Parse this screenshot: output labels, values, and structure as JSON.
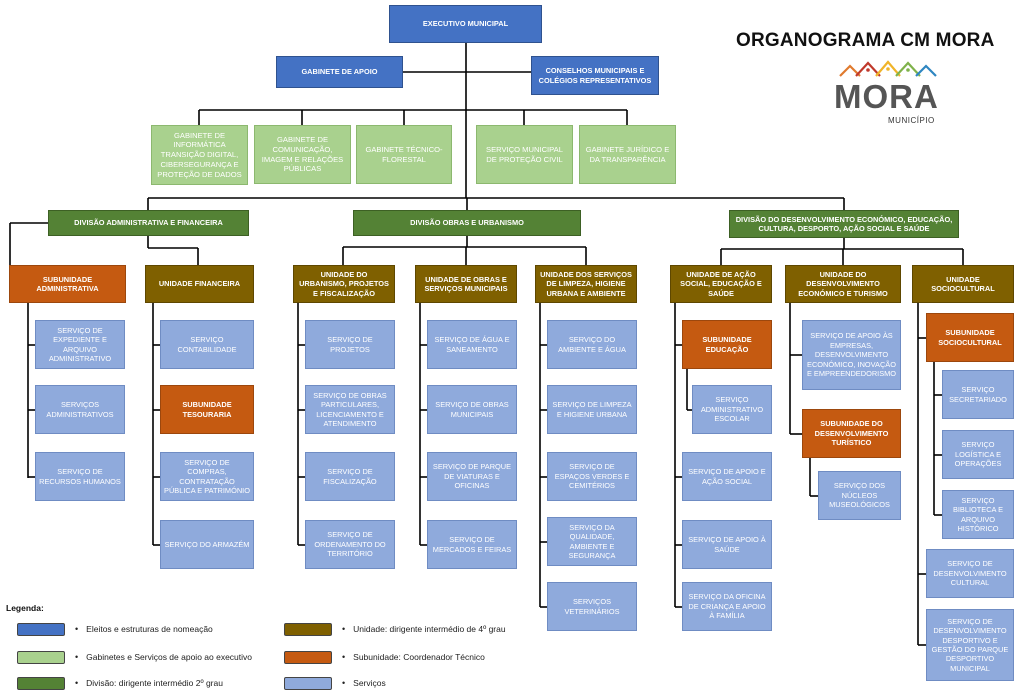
{
  "title": "ORGANOGRAMA CM MORA",
  "logo": {
    "word": "MORA",
    "sub": "MUNICÍPIO"
  },
  "colors": {
    "exec": "#4472c4",
    "gab": "#a9d18e",
    "div": "#548235",
    "uni": "#7f6000",
    "sub": "#c55a11",
    "svc": "#8faadc",
    "line": "#000000"
  },
  "nodes": {
    "executivo": "EXECUTIVO MUNICIPAL",
    "gabinete_apoio": "GABINETE DE APOIO",
    "conselhos": "CONSELHOS MUNICIPAIS E COLÉGIOS REPRESENTATIVOS",
    "gab_informatica": "GABINETE DE INFORMÁTICA TRANSIÇÃO DIGITAL, CIBERSEGURANÇA E PROTEÇÃO DE DADOS",
    "gab_comunicacao": "GABINETE DE COMUNICAÇÃO, IMAGEM E RELAÇÕES PÚBLICAS",
    "gab_florestal": "GABINETE TÉCNICO-FLORESTAL",
    "servico_protecao": "SERVIÇO MUNICIPAL DE PROTEÇÃO CIVIL",
    "gab_juridico": "GABINETE JURÍDICO E DA TRANSPARÊNCIA",
    "div_admin": "DIVISÃO ADMINISTRATIVA E FINANCEIRA",
    "div_obras": "DIVISÃO OBRAS E URBANISMO",
    "div_desenv": "DIVISÃO DO DESENVOLVIMENTO ECONÓMICO, EDUCAÇÃO, CULTURA, DESPORTO, AÇÃO SOCIAL E SAÚDE",
    "sub_admin": "SUBUNIDADE ADMINISTRATIVA",
    "uni_financeira": "UNIDADE FINANCEIRA",
    "uni_urbanismo": "UNIDADE DO URBANISMO, PROJETOS E FISCALIZAÇÃO",
    "uni_obras": "UNIDADE DE OBRAS E SERVIÇOS MUNICIPAIS",
    "uni_limpeza": "UNIDADE DOS SERVIÇOS DE LIMPEZA, HIGIENE URBANA E AMBIENTE",
    "uni_acao_social": "UNIDADE DE AÇÃO SOCIAL, EDUCAÇÃO E SAÚDE",
    "uni_desenv_econ": "UNIDADE DO DESENVOLVIMENTO ECONÓMICO E TURISMO",
    "uni_sociocultural": "UNIDADE SOCIOCULTURAL",
    "svc_expediente": "SERVIÇO DE EXPEDIENTE E ARQUIVO ADMINISTRATIVO",
    "svc_administrativos": "SERVIÇOS ADMINISTRATIVOS",
    "svc_rh": "SERVIÇO DE RECURSOS HUMANOS",
    "svc_contabilidade": "SERVIÇO CONTABILIDADE",
    "sub_tesouraria": "SUBUNIDADE TESOURARIA",
    "svc_compras": "SERVIÇO DE COMPRAS, CONTRATAÇÃO PÚBLICA E PATRIMÓNIO",
    "svc_armazem": "SERVIÇO DO ARMAZÉM",
    "svc_projetos": "SERVIÇO DE PROJETOS",
    "svc_obras_part": "SERVIÇO DE OBRAS PARTICULARES, LICENCIAMENTO E ATENDIMENTO",
    "svc_fiscalizacao": "SERVIÇO DE FISCALIZAÇÃO",
    "svc_ordenamento": "SERVIÇO DE ORDENAMENTO DO TERRITÓRIO",
    "svc_agua": "SERVIÇO DE ÁGUA E SANEAMENTO",
    "svc_obras_mun": "SERVIÇO DE OBRAS MUNICIPAIS",
    "svc_viaturas": "SERVIÇO DE PARQUE DE VIATURAS E OFICINAS",
    "svc_mercados": "SERVIÇO DE MERCADOS E FEIRAS",
    "svc_ambiente": "SERVIÇO DO AMBIENTE E ÁGUA",
    "svc_limpeza": "SERVIÇO DE LIMPEZA E HIGIENE URBANA",
    "svc_espacos": "SERVIÇO DE ESPAÇOS VERDES E CEMITÉRIOS",
    "svc_qualidade": "SERVIÇO DA QUALIDADE, AMBIENTE E SEGURANÇA",
    "svc_veterinarios": "SERVIÇOS VETERINÁRIOS",
    "sub_educacao": "SUBUNIDADE EDUCAÇÃO",
    "svc_escolar": "SERVIÇO ADMINISTRATIVO ESCOLAR",
    "svc_acao_social": "SERVIÇO DE APOIO E AÇÃO SOCIAL",
    "svc_saude": "SERVIÇO DE APOIO À SAÚDE",
    "svc_oficina": "SERVIÇO DA OFICINA DE CRIANÇA E APOIO À FAMÍLIA",
    "svc_apoio_empresas": "SERVIÇO DE APOIO ÀS EMPRESAS, DESENVOLVIMENTO ECONÓMICO, INOVAÇÃO E EMPREENDEDORISMO",
    "sub_turistico": "SUBUNIDADE DO DESENVOLVIMENTO TURÍSTICO",
    "svc_nucleos": "SERVIÇO DOS NÚCLEOS MUSEOLÓGICOS",
    "sub_sociocultural": "SUBUNIDADE SOCIOCULTURAL",
    "svc_secretariado": "SERVIÇO SECRETARIADO",
    "svc_logistica": "SERVIÇO LOGÍSTICA E OPERAÇÕES",
    "svc_biblioteca": "SERVIÇO BIBLIOTECA E ARQUIVO HISTÓRICO",
    "svc_cultural": "SERVIÇO DE DESENVOLVIMENTO CULTURAL",
    "svc_desportivo": "SERVIÇO DE DESENVOLVIMENTO DESPORTIVO E GESTÃO DO PARQUE DESPORTIVO MUNICIPAL"
  },
  "legend": {
    "title": "Legenda:",
    "items": [
      {
        "label": "Eleitos e estruturas de nomeação",
        "color": "#4472c4"
      },
      {
        "label": "Gabinetes e Serviços de apoio ao executivo",
        "color": "#a9d18e"
      },
      {
        "label": "Divisão: dirigente intermédio 2º grau",
        "color": "#548235"
      },
      {
        "label": "Unidade: dirigente intermédio de 4º grau",
        "color": "#7f6000"
      },
      {
        "label": "Subunidade: Coordenador Técnico",
        "color": "#c55a11"
      },
      {
        "label": "Serviços",
        "color": "#8faadc"
      }
    ]
  }
}
